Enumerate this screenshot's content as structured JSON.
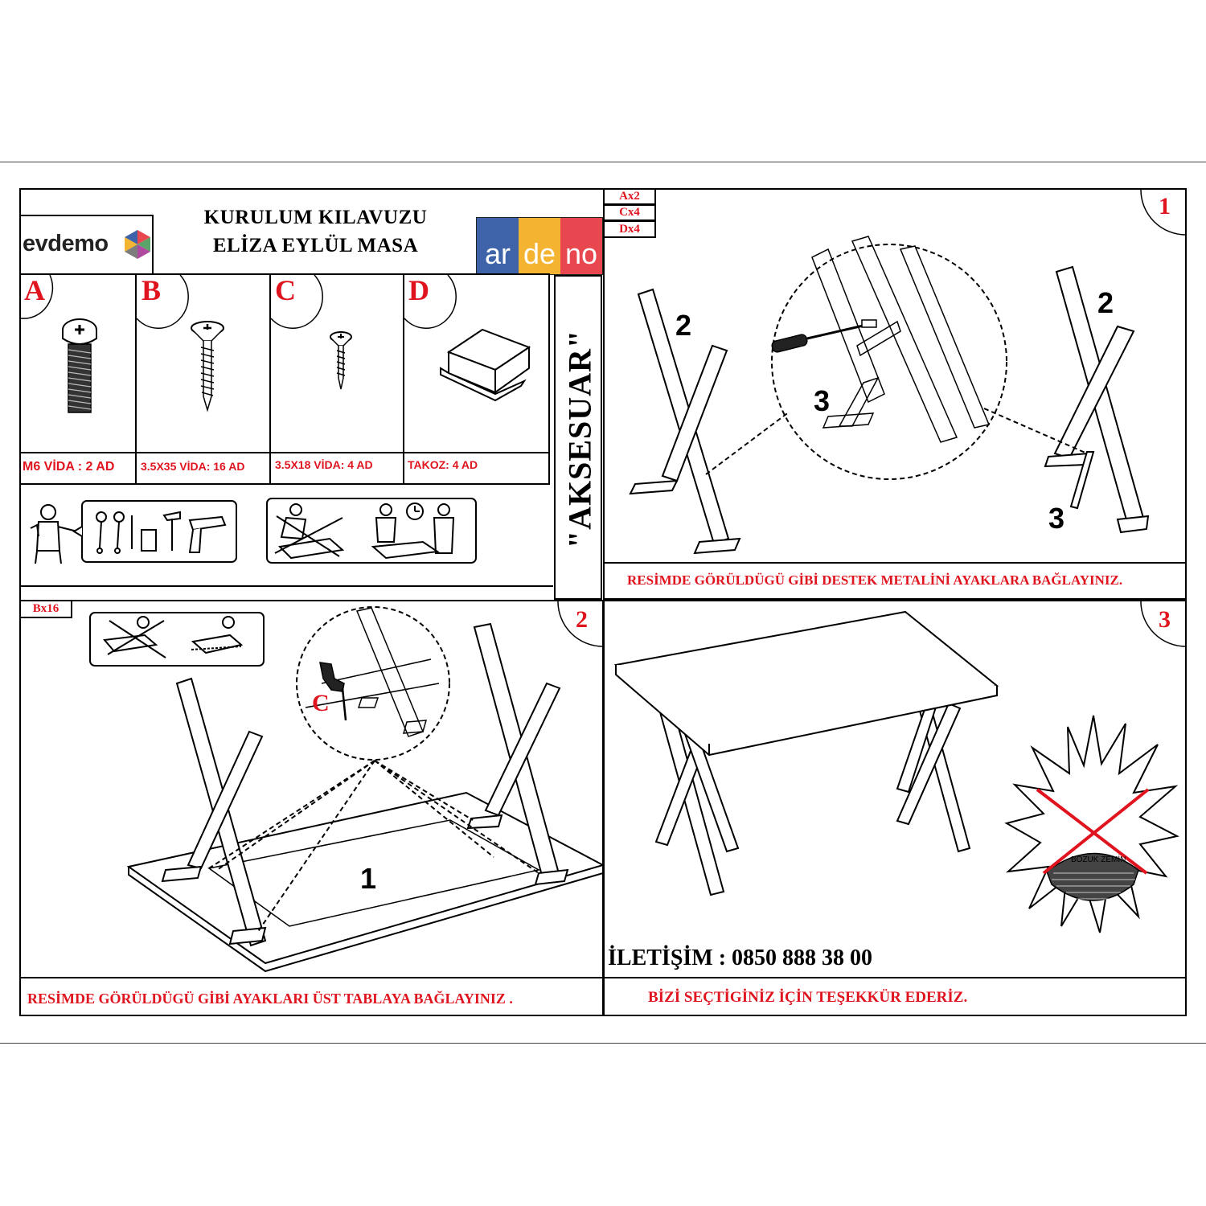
{
  "header": {
    "brand": "evdemo",
    "title_line1": "KURULUM KILAVUZU",
    "title_line2": "ELİZA EYLÜL MASA",
    "partner_logo": [
      "ar",
      "de",
      "no"
    ],
    "partner_colors": [
      "#3e63a8",
      "#f4b331",
      "#e9474f"
    ]
  },
  "parts": [
    {
      "letter": "A",
      "label": "M6 VİDA : 2 AD"
    },
    {
      "letter": "B",
      "label": "3.5X35 VİDA: 16 AD"
    },
    {
      "letter": "C",
      "label": "3.5X18 VİDA: 4 AD"
    },
    {
      "letter": "D",
      "label": "TAKOZ: 4 AD"
    }
  ],
  "accessory_label": "\"AKSESUAR\"",
  "steps": [
    {
      "number": "1",
      "quantities": [
        "Ax2",
        "Cx4",
        "Dx4"
      ],
      "callouts": [
        "2",
        "2",
        "3",
        "3"
      ],
      "caption": "RESİMDE GÖRÜLDÜGÜ GİBİ DESTEK METALİNİ AYAKLARA BAĞLAYINIZ."
    },
    {
      "number": "2",
      "quantities": [
        "Bx16"
      ],
      "callouts": [
        "1",
        "C"
      ],
      "caption": "RESİMDE GÖRÜLDÜGÜ GİBİ AYAKLARI  ÜST TABLAYA BAĞLAYINIZ ."
    },
    {
      "number": "3",
      "warning_label": "BOZUK ZEMİN",
      "contact": "İLETİŞİM : 0850 888 38 00",
      "caption": "BİZİ SEÇTİGİNİZ İÇİN TEŞEKKÜR EDERİZ."
    }
  ],
  "colors": {
    "accent_red": "#e0141e"
  }
}
